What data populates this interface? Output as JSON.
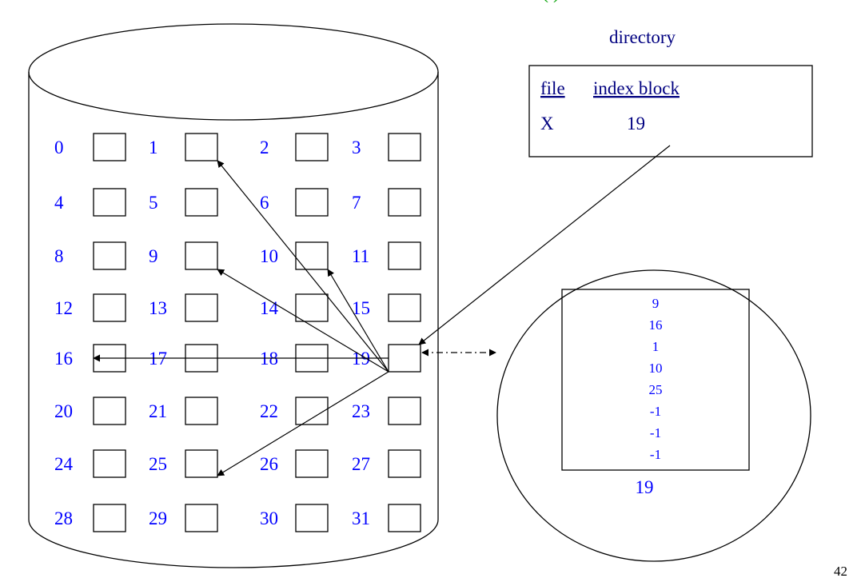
{
  "header": {
    "partial_title": "(    )",
    "title_color": "#00a000"
  },
  "disk": {
    "blocks": [
      "0",
      "1",
      "2",
      "3",
      "4",
      "5",
      "6",
      "7",
      "8",
      "9",
      "10",
      "11",
      "12",
      "13",
      "14",
      "15",
      "16",
      "17",
      "18",
      "19",
      "20",
      "21",
      "22",
      "23",
      "24",
      "25",
      "26",
      "27",
      "28",
      "29",
      "30",
      "31"
    ],
    "label_color": "#0000ff"
  },
  "directory": {
    "title": "directory",
    "col_file": "file",
    "col_index": "index block",
    "entry_file": "X",
    "entry_index": "19"
  },
  "index_block": {
    "entries": [
      "9",
      "16",
      "1",
      "10",
      "25",
      "-1",
      "-1",
      "-1"
    ],
    "label": "19"
  },
  "pointers_from_block": "19",
  "pointer_targets": [
    "1",
    "9",
    "10",
    "16",
    "25"
  ],
  "page_number": "42"
}
